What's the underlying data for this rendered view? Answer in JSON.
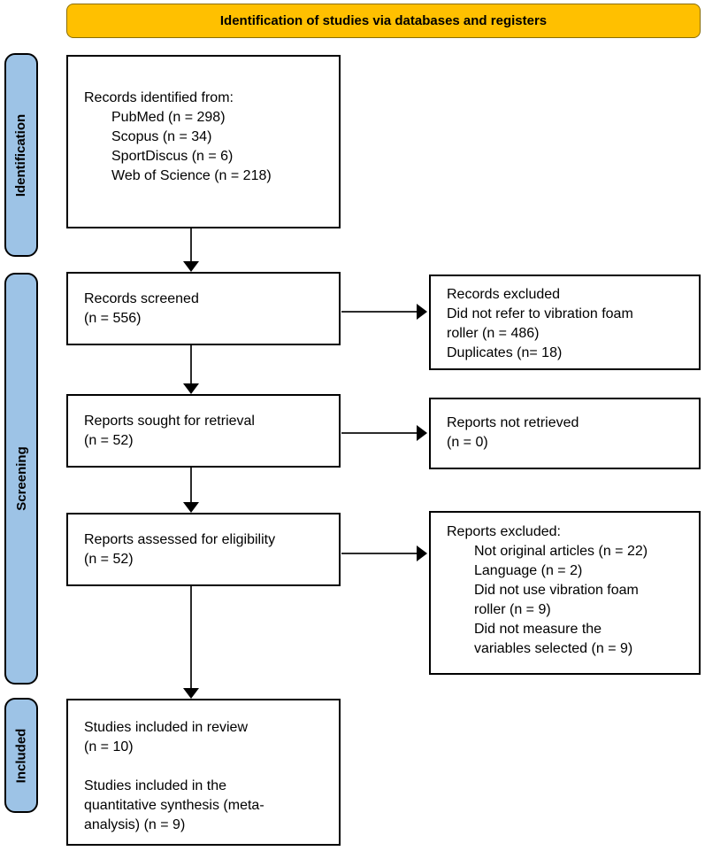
{
  "banner": {
    "label": "Identification of studies via databases and registers"
  },
  "colors": {
    "banner_bg": "#FFC000",
    "stage_bg": "#9DC3E6",
    "box_border": "#000000",
    "arrow": "#2B2B2B"
  },
  "stages": [
    {
      "label": "Identification"
    },
    {
      "label": "Screening"
    },
    {
      "label": "Included"
    }
  ],
  "flow": {
    "records_identified": {
      "lines": [
        {
          "t": "Records identified from:"
        },
        {
          "t": "PubMed (n = 298)"
        },
        {
          "t": "Scopus (n = 34)"
        },
        {
          "t": "SportDiscus (n = 6)"
        },
        {
          "t": "Web of Science (n = 218)"
        }
      ]
    },
    "records_screened": {
      "lines": [
        {
          "t": "Records screened"
        },
        {
          "t": "(n = 556)"
        }
      ]
    },
    "reports_sought": {
      "lines": [
        {
          "t": "Reports sought for retrieval"
        },
        {
          "t": "(n = 52)"
        }
      ]
    },
    "reports_assessed": {
      "lines": [
        {
          "t": "Reports assessed for eligibility"
        },
        {
          "t": "(n = 52)"
        }
      ]
    },
    "studies_included": {
      "lines": [
        {
          "t": "Studies included in review"
        },
        {
          "t": "(n = 10)"
        },
        {
          "t": ""
        },
        {
          "t": "Studies included in the"
        },
        {
          "t": "quantitative synthesis (meta-"
        },
        {
          "t": "analysis) (n = 9)"
        }
      ]
    },
    "records_excluded": {
      "lines": [
        {
          "t": "Records excluded"
        },
        {
          "t": "Did not refer to vibration foam"
        },
        {
          "t": "roller (n = 486)"
        },
        {
          "t": "Duplicates (n= 18)"
        }
      ]
    },
    "reports_not_retrieved": {
      "lines": [
        {
          "t": "Reports not retrieved"
        },
        {
          "t": "(n = 0)"
        }
      ]
    },
    "reports_excluded": {
      "lines": [
        {
          "t": "Reports excluded:"
        },
        {
          "t": "Not original articles (n = 22)"
        },
        {
          "t": "Language (n = 2)"
        },
        {
          "t": "Did not use vibration foam"
        },
        {
          "t": "roller (n = 9)"
        },
        {
          "t": "Did not measure the"
        },
        {
          "t": "variables selected (n = 9)"
        }
      ]
    }
  }
}
